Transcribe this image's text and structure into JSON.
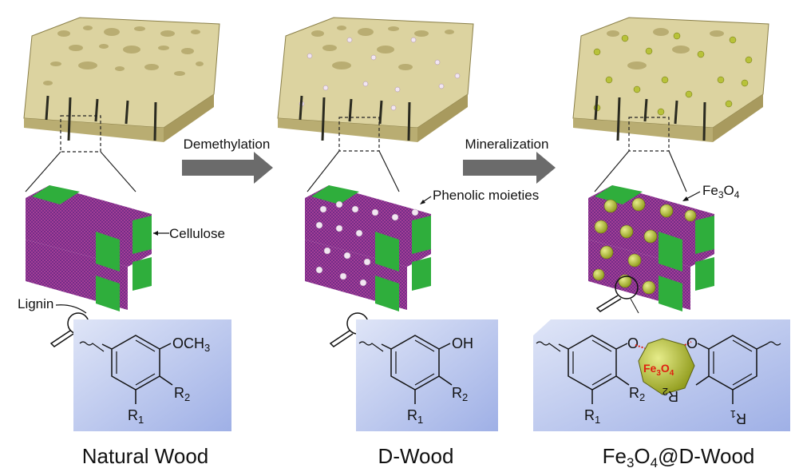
{
  "arrows": [
    {
      "label": "Demethylation"
    },
    {
      "label": "Mineralization"
    }
  ],
  "annotations": {
    "cellulose": "Cellulose",
    "lignin": "Lignin",
    "phenolic": "Phenolic moieties",
    "fe3o4_base": "Fe",
    "fe3o4_sub1": "3",
    "fe3o4_mid": "O",
    "fe3o4_sub2": "4"
  },
  "chemistry": {
    "natural_sub": "OCH",
    "natural_sub_n": "3",
    "dwood_sub": "OH",
    "r1": "R",
    "r1_n": "1",
    "r2": "R",
    "r2_n": "2",
    "o": "O"
  },
  "titles": {
    "natural": "Natural Wood",
    "dwood": "D-Wood",
    "fe_a": "Fe",
    "fe_n1": "3",
    "fe_b": "O",
    "fe_n2": "4",
    "fe_c": "@D-Wood"
  },
  "colors": {
    "wood": "#dcd3a0",
    "wood_dark": "#b9ad72",
    "cellulose": "#2fae3c",
    "lignin": "#7a2a8a",
    "chem_panel": "#b9c6ee",
    "fe3o4": "#b8c23a",
    "phenolic": "#f2e6f2",
    "arrow": "#6b6b6b",
    "fe_label": "#e02010"
  }
}
